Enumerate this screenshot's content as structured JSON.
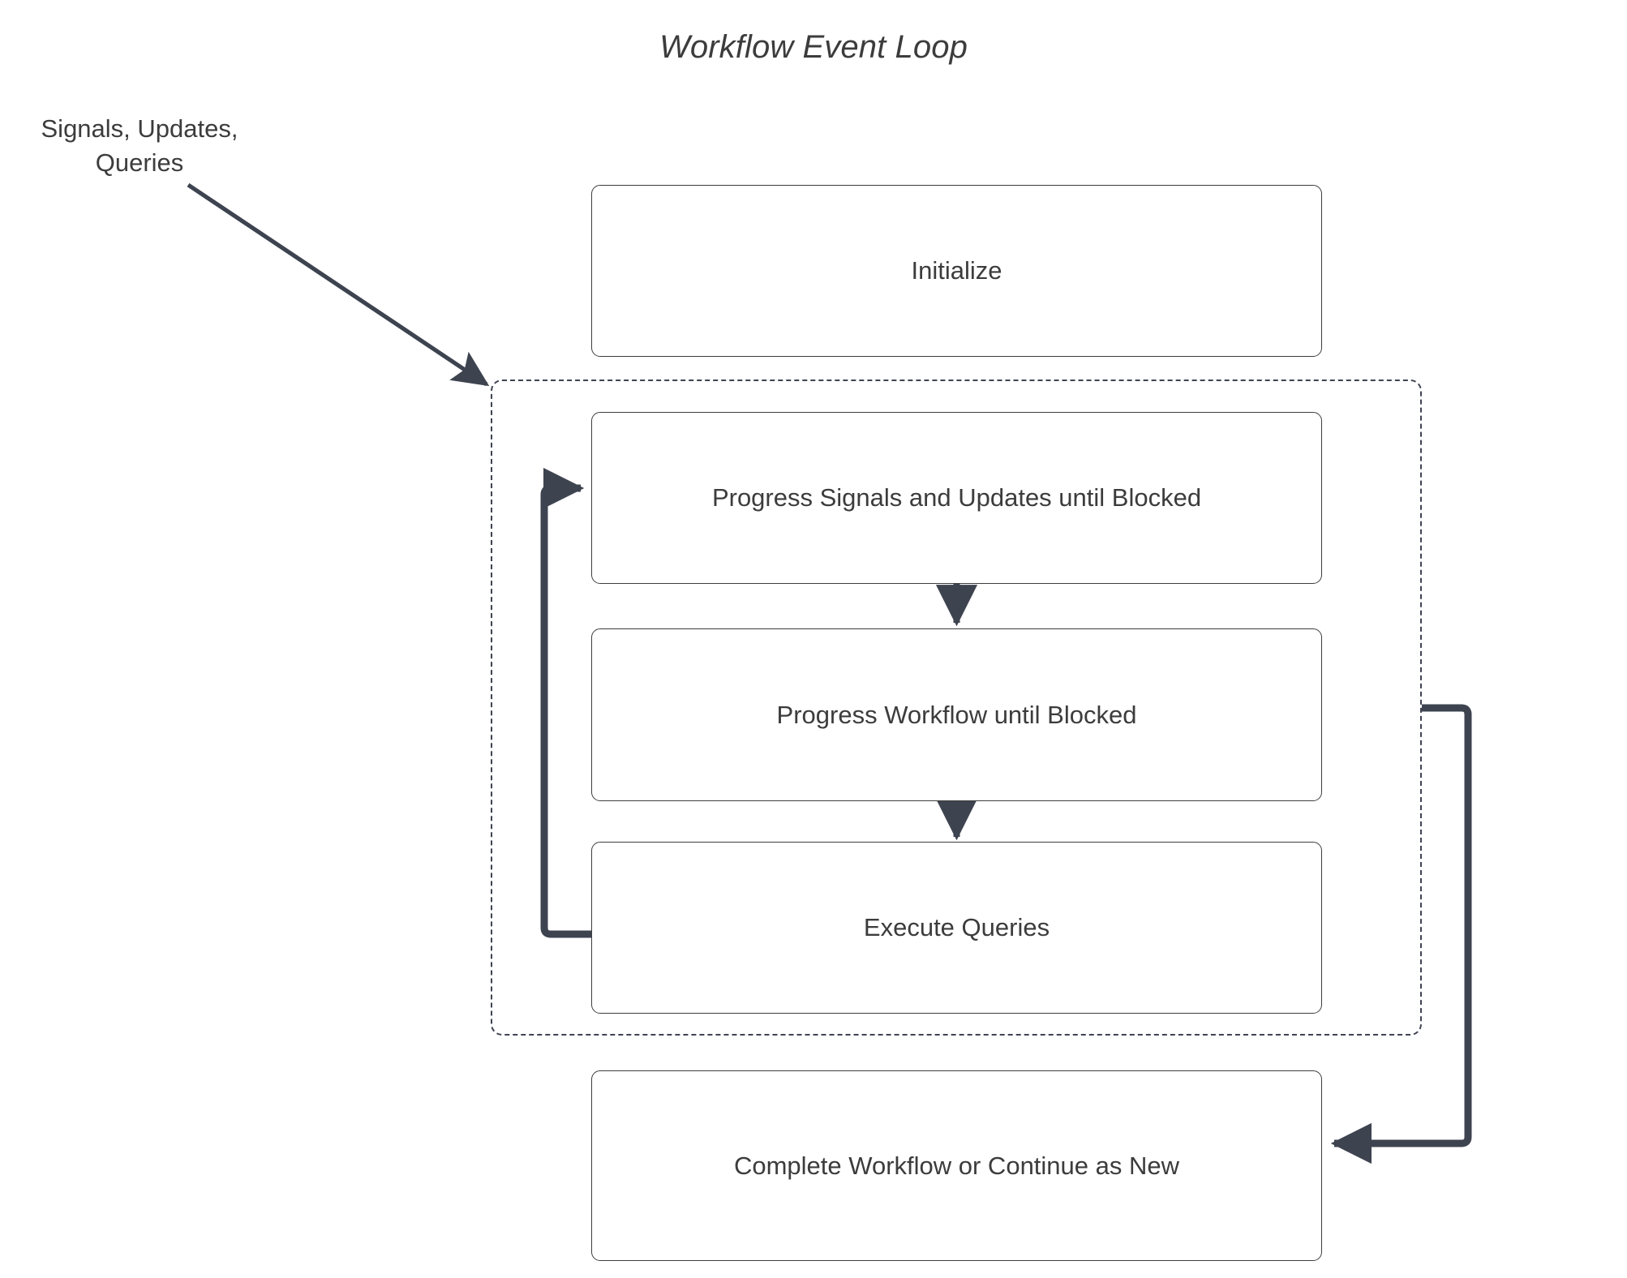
{
  "diagram": {
    "title": "Workflow Event Loop",
    "type": "flowchart",
    "background_color": "#ffffff",
    "text_color": "#3c3c3c",
    "node_border_color": "#3d3d3d",
    "connector_color": "#3e4350",
    "dashed_container_color": "#3f4351"
  },
  "source_label": {
    "text": "Signals, Updates,\nQueries"
  },
  "loop_container": {
    "name": "event-loop-region",
    "style": "dashed"
  },
  "nodes": [
    {
      "id": "initialize",
      "label": "Initialize"
    },
    {
      "id": "progress_signals",
      "label": "Progress Signals and Updates until Blocked"
    },
    {
      "id": "progress_workflow",
      "label": "Progress Workflow until Blocked"
    },
    {
      "id": "execute_queries",
      "label": "Execute Queries"
    },
    {
      "id": "complete_workflow",
      "label": "Complete Workflow or Continue as New"
    }
  ],
  "edges": [
    {
      "from": "signals-updates-queries",
      "to": "event-loop-region",
      "style": "solid-thin-diagonal",
      "arrow": "end"
    },
    {
      "from": "progress_signals",
      "to": "progress_workflow",
      "style": "solid-vertical",
      "arrow": "end"
    },
    {
      "from": "progress_workflow",
      "to": "execute_queries",
      "style": "solid-vertical",
      "arrow": "end"
    },
    {
      "from": "execute_queries",
      "to": "progress_signals",
      "style": "thick-loopback-left",
      "arrow": "end"
    },
    {
      "from": "event-loop-region",
      "to": "complete_workflow",
      "style": "thick-loopback-right",
      "arrow": "end"
    }
  ]
}
